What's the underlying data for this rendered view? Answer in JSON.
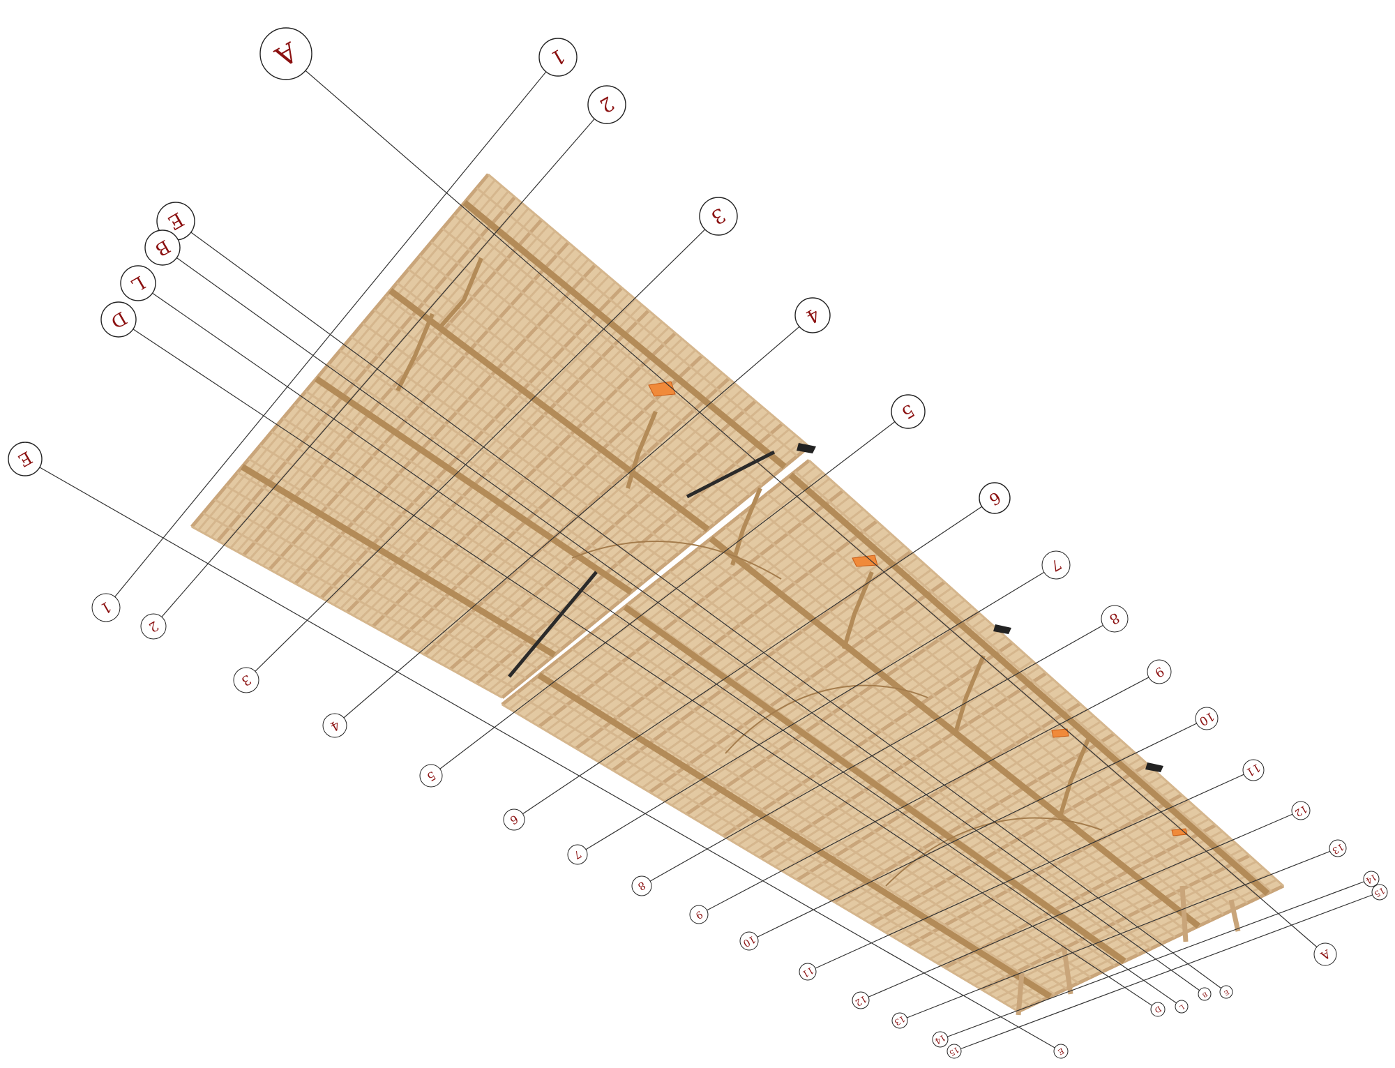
{
  "drawing": {
    "description_free": true,
    "colors": {
      "timber_fill": "#e3c9a2",
      "timber_edge": "#b38b58",
      "bubble_text": "#8b1010",
      "accent_orange": "#f08a3a",
      "dark_detail": "#222222",
      "leader_line": "#333333"
    }
  },
  "grid_labels_top": [
    {
      "id": "top-1",
      "label": "A"
    },
    {
      "id": "top-2",
      "label": "1"
    },
    {
      "id": "top-3",
      "label": "2"
    },
    {
      "id": "top-4",
      "label": "E"
    },
    {
      "id": "top-5",
      "label": "B"
    },
    {
      "id": "top-6",
      "label": "L"
    },
    {
      "id": "top-7",
      "label": "D"
    },
    {
      "id": "top-8",
      "label": "3"
    },
    {
      "id": "top-9",
      "label": "4"
    },
    {
      "id": "top-10",
      "label": "5"
    },
    {
      "id": "top-11",
      "label": "6"
    },
    {
      "id": "top-12",
      "label": "7"
    },
    {
      "id": "top-13",
      "label": "8"
    },
    {
      "id": "top-14",
      "label": "9"
    },
    {
      "id": "top-15",
      "label": "10"
    },
    {
      "id": "top-16",
      "label": "11"
    },
    {
      "id": "top-17",
      "label": "12"
    },
    {
      "id": "top-18",
      "label": "13"
    },
    {
      "id": "top-19",
      "label": "14"
    },
    {
      "id": "top-20",
      "label": "15"
    },
    {
      "id": "top-21",
      "label": "E"
    }
  ],
  "grid_labels_bottom": [
    {
      "id": "bot-1",
      "label": "1"
    },
    {
      "id": "bot-2",
      "label": "2"
    },
    {
      "id": "bot-3",
      "label": "3"
    },
    {
      "id": "bot-4",
      "label": "4"
    },
    {
      "id": "bot-5",
      "label": "5"
    },
    {
      "id": "bot-6",
      "label": "6"
    },
    {
      "id": "bot-7",
      "label": "7"
    },
    {
      "id": "bot-8",
      "label": "8"
    },
    {
      "id": "bot-9",
      "label": "9"
    },
    {
      "id": "bot-10",
      "label": "10"
    },
    {
      "id": "bot-11",
      "label": "11"
    },
    {
      "id": "bot-12",
      "label": "12"
    },
    {
      "id": "bot-13",
      "label": "13"
    },
    {
      "id": "bot-14",
      "label": "14"
    },
    {
      "id": "bot-15",
      "label": "15"
    },
    {
      "id": "bot-16",
      "label": "E"
    },
    {
      "id": "bot-17",
      "label": "D"
    },
    {
      "id": "bot-18",
      "label": "L"
    },
    {
      "id": "bot-19",
      "label": "B"
    },
    {
      "id": "bot-20",
      "label": "E"
    },
    {
      "id": "bot-21",
      "label": "A"
    }
  ]
}
